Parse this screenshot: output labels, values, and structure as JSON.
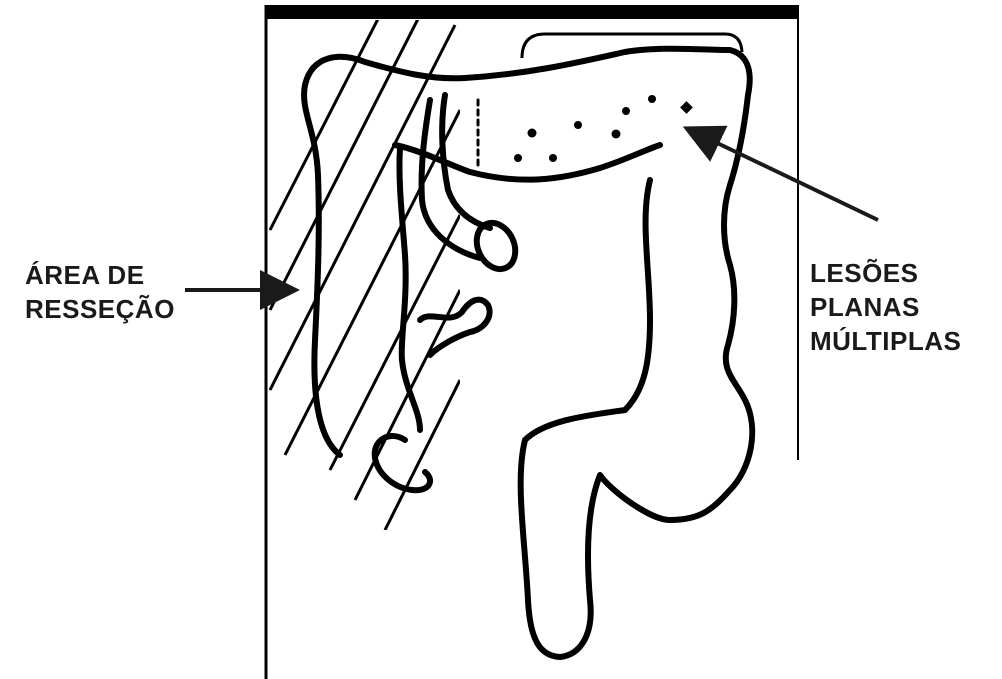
{
  "labels": {
    "resection": {
      "line1": "ÁREA DE",
      "line2": "RESSEÇÃO"
    },
    "lesions": {
      "line1": "LESÕES",
      "line2": "PLANAS",
      "line3": "MÚLTIPLAS"
    }
  },
  "colors": {
    "ink": "#000000",
    "text": "#1a1a1a",
    "background": "#ffffff"
  }
}
